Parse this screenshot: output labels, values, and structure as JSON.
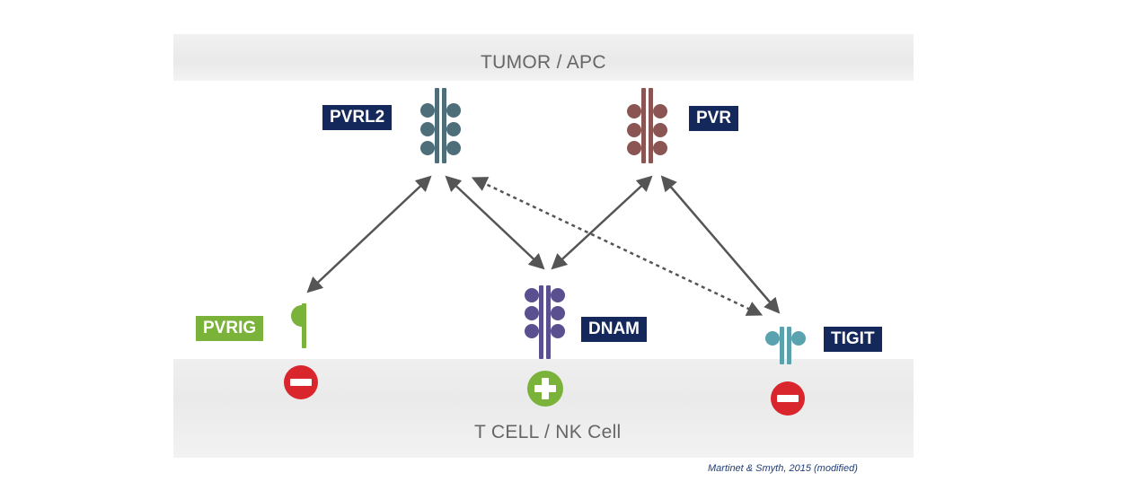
{
  "regions": {
    "top_label": "TUMOR / APC",
    "bottom_label": "T CELL / NK Cell"
  },
  "molecules": {
    "pvrl2": {
      "label": "PVRL2",
      "color": "#4e6e7a"
    },
    "pvr": {
      "label": "PVR",
      "color": "#8a5552"
    },
    "pvrig": {
      "label": "PVRIG",
      "color": "#7ab23a"
    },
    "dnam": {
      "label": "DNAM",
      "color": "#5a4f8f"
    },
    "tigit": {
      "label": "TIGIT",
      "color": "#5aa3ae"
    }
  },
  "tag_colors": {
    "navy": "#14285c",
    "green": "#7ab23a"
  },
  "signals": {
    "pvrig": "inhibitory-minus-icon",
    "dnam": "activating-plus-icon",
    "tigit": "inhibitory-minus-icon"
  },
  "citation": "Martinet & Smyth, 2015 (modified)"
}
